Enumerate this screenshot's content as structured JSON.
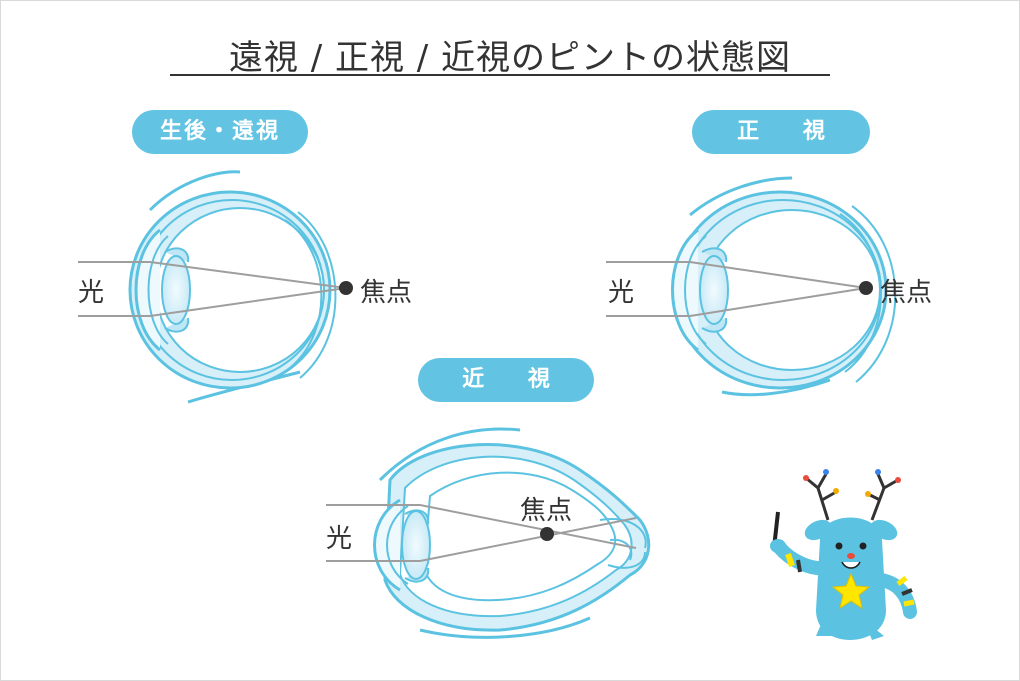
{
  "title": "遠視 / 正視 / 近視のピントの状態図",
  "panels": {
    "far": {
      "pill": "生後・遠視",
      "light": "光",
      "focus": "焦点"
    },
    "normal": {
      "pill": "正 視",
      "light": "光",
      "focus": "焦点"
    },
    "near": {
      "pill": "近 視",
      "light": "光",
      "focus": "焦点"
    }
  },
  "colors": {
    "pill": "#62c4e2",
    "eye_stroke": "#5bc3e1",
    "eye_fill": "#d6eff8",
    "lens_fill": "#cdebf7",
    "ray": "#9e9e9e",
    "text": "#333333",
    "mascot_body": "#5bc3e1",
    "mascot_star": "#ffe600"
  }
}
